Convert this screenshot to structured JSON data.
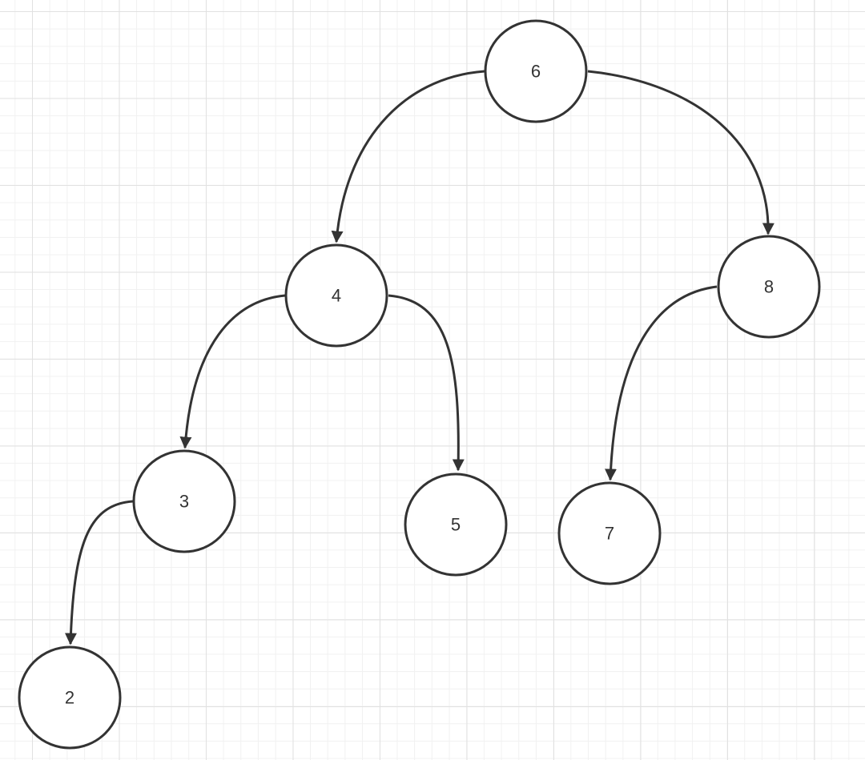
{
  "diagram": {
    "nodes": [
      {
        "id": "n6",
        "label": "6"
      },
      {
        "id": "n4",
        "label": "4"
      },
      {
        "id": "n8",
        "label": "8"
      },
      {
        "id": "n3",
        "label": "3"
      },
      {
        "id": "n5",
        "label": "5"
      },
      {
        "id": "n7",
        "label": "7"
      },
      {
        "id": "n2",
        "label": "2"
      }
    ],
    "edges": [
      {
        "from": "n6",
        "to": "n4"
      },
      {
        "from": "n6",
        "to": "n8"
      },
      {
        "from": "n4",
        "to": "n3"
      },
      {
        "from": "n4",
        "to": "n5"
      },
      {
        "from": "n8",
        "to": "n7"
      },
      {
        "from": "n3",
        "to": "n2"
      }
    ],
    "colors": {
      "stroke": "#333333",
      "node_fill": "#ffffff",
      "grid_major": "#e1e1e1",
      "grid_minor": "#f1f1f1"
    }
  }
}
